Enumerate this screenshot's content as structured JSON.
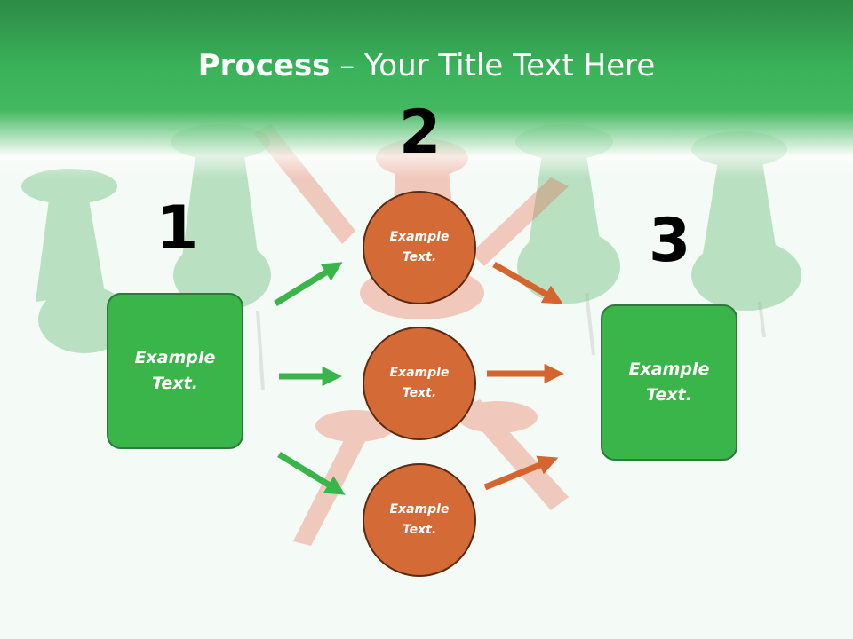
{
  "title": {
    "bold": "Process",
    "rest": " – Your Title Text Here"
  },
  "numbers": {
    "one": "1",
    "two": "2",
    "three": "3"
  },
  "left_box": {
    "text": "Example\nText."
  },
  "right_box": {
    "text": "Example\nText."
  },
  "circles": [
    {
      "text": "Example\nText."
    },
    {
      "text": "Example\nText."
    },
    {
      "text": "Example\nText."
    }
  ],
  "colors": {
    "green": "#3ab54a",
    "orange": "#d46a36",
    "header_green": "#3ab35a"
  }
}
